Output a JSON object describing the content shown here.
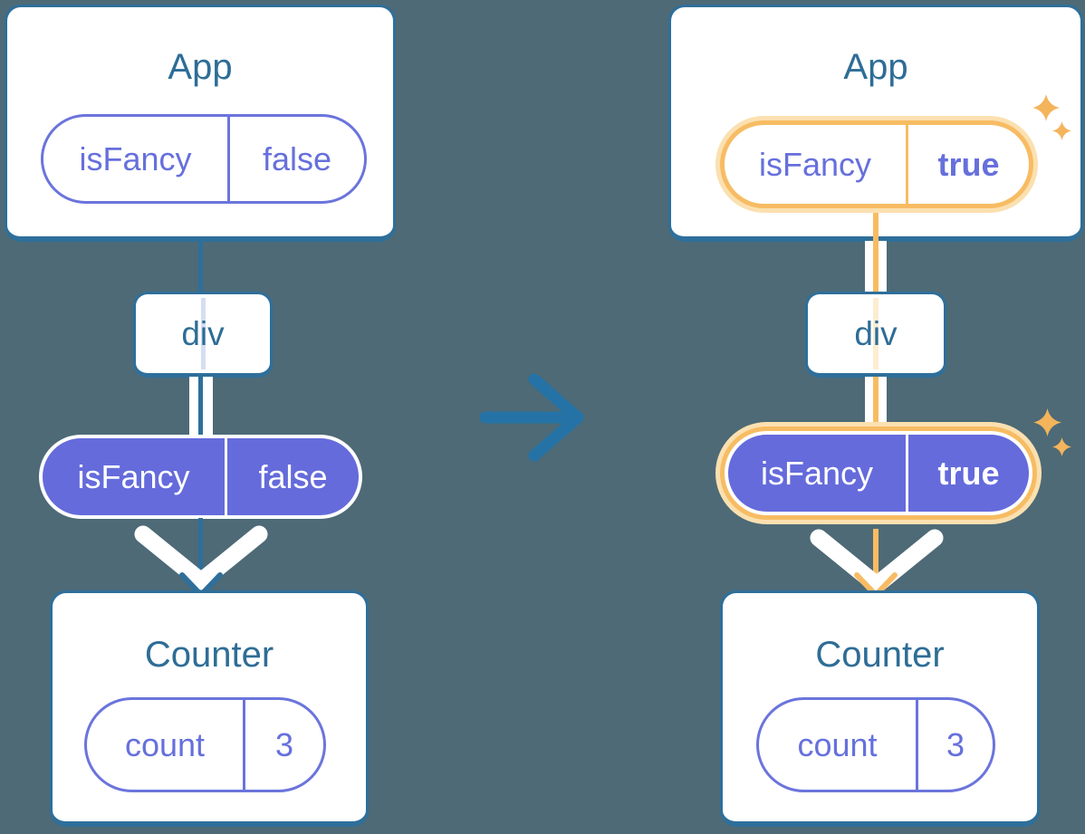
{
  "diagram": {
    "description": "Two React component trees showing isFancy prop flowing from App through div to Counter; left tree before update (false), right tree after update (true, highlighted)",
    "left": {
      "app": {
        "title": "App",
        "pill": {
          "name": "isFancy",
          "value": "false"
        }
      },
      "div_label": "div",
      "prop_pill": {
        "name": "isFancy",
        "value": "false"
      },
      "counter": {
        "title": "Counter",
        "pill": {
          "name": "count",
          "value": "3"
        }
      }
    },
    "right": {
      "app": {
        "title": "App",
        "pill": {
          "name": "isFancy",
          "value": "true"
        }
      },
      "div_label": "div",
      "prop_pill": {
        "name": "isFancy",
        "value": "true"
      },
      "counter": {
        "title": "Counter",
        "pill": {
          "name": "count",
          "value": "3"
        }
      }
    }
  },
  "icons": {
    "transition_arrow": "right-arrow",
    "flow_arrow": "down-chevron",
    "sparkles": "four-point-star"
  },
  "colors": {
    "bg": "#4D6A76",
    "card": "#FFFFFF",
    "line": "#2E6F9B",
    "title": "#2E6D96",
    "arrow": "#2573A6",
    "purple": "#656BDB",
    "purple-border": "#6B74DC",
    "purple-text": "#6670DC",
    "lavender": "#D5DEF2",
    "orange": "#F7BC63",
    "orange-light": "#FBE0B0",
    "orange-faint": "#FCEDD2",
    "sparkle": "#F4B45C"
  }
}
